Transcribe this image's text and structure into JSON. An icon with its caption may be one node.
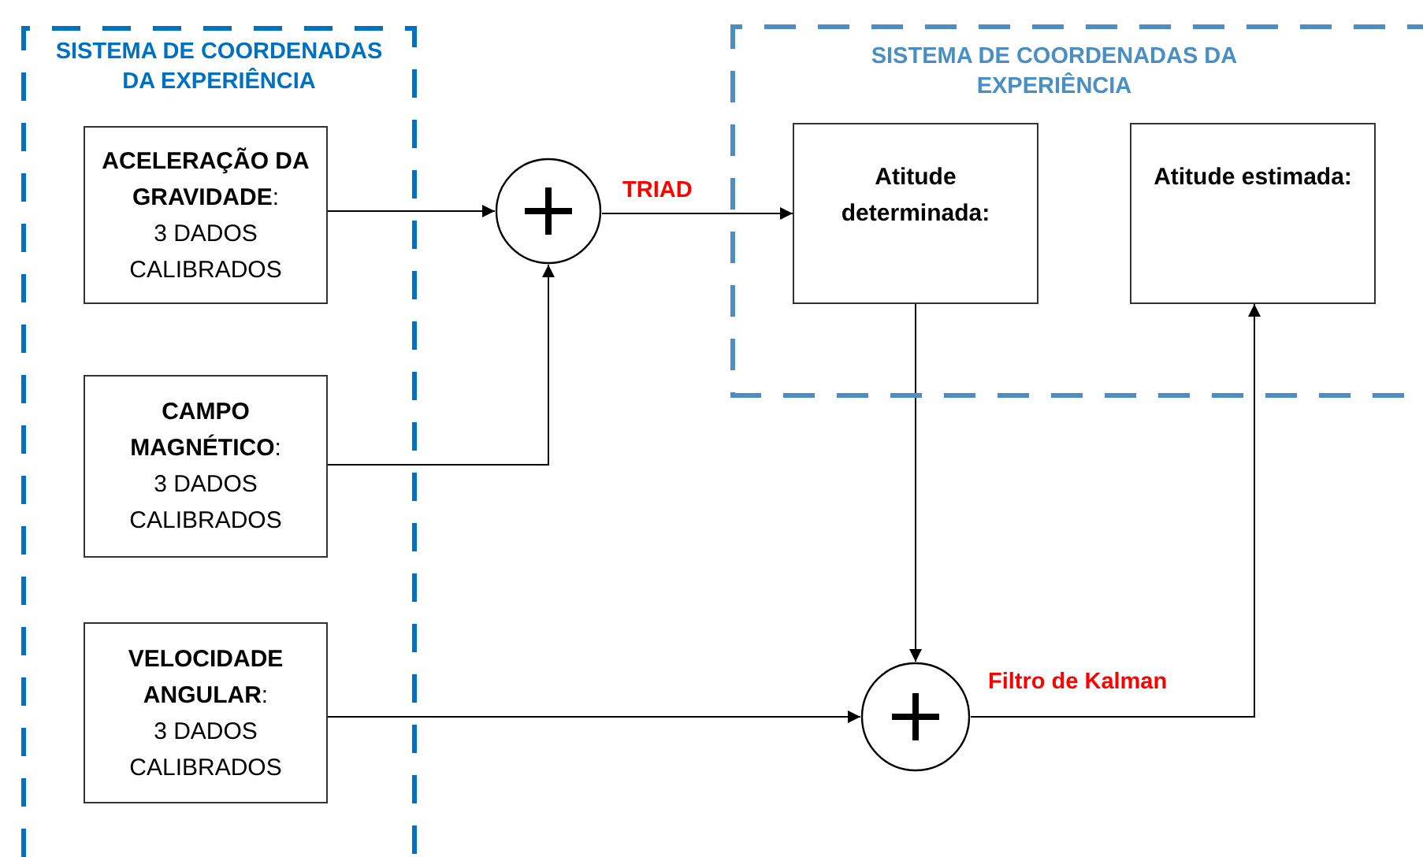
{
  "diagram": {
    "nodes": [
      {
        "text": [
          "SISTEMA DE COORDENADAS DA EXPERIÊNCIA"
        ]
      },
      {
        "text": [
          "**ACELERAÇÃO DA GRAVIDADE**:",
          "3 DADOS CALIBRADOS"
        ],
        "in": 0
      },
      {
        "text": [
          "**CAMPO MAGNÉTICO**:",
          "3 DADOS CALIBRADOS"
        ],
        "in": 0
      },
      {
        "text": [
          "**VELOCIDADE ANGULAR**:",
          "3 DADOS CALIBRADOS"
        ],
        "in": 0
      },
      {
        "text": [],
        "shape": "circle"
      },
      {
        "text": [
          "SISTEMA DE COORDENADAS DA EXPERIÊNCIA"
        ]
      },
      {
        "text": [
          "Atitude determinada:"
        ],
        "in": 5
      },
      {
        "text": [
          "Atitude estimada:"
        ],
        "in": 5
      },
      {
        "text": [],
        "shape": "circle"
      }
    ],
    "edges": [
      {
        "from": 1,
        "to": 4,
        "arrow": "to"
      },
      {
        "from": 2,
        "to": 4,
        "arrow": "to"
      },
      {
        "from": 4,
        "to": 6,
        "arrow": "to",
        "label": "TRIAD"
      },
      {
        "from": 6,
        "to": 8,
        "arrow": "to"
      },
      {
        "from": 3,
        "to": 8,
        "arrow": "to"
      },
      {
        "from": 8,
        "to": 7,
        "arrow": "to",
        "label": "Filtro de Kalman"
      }
    ]
  }
}
